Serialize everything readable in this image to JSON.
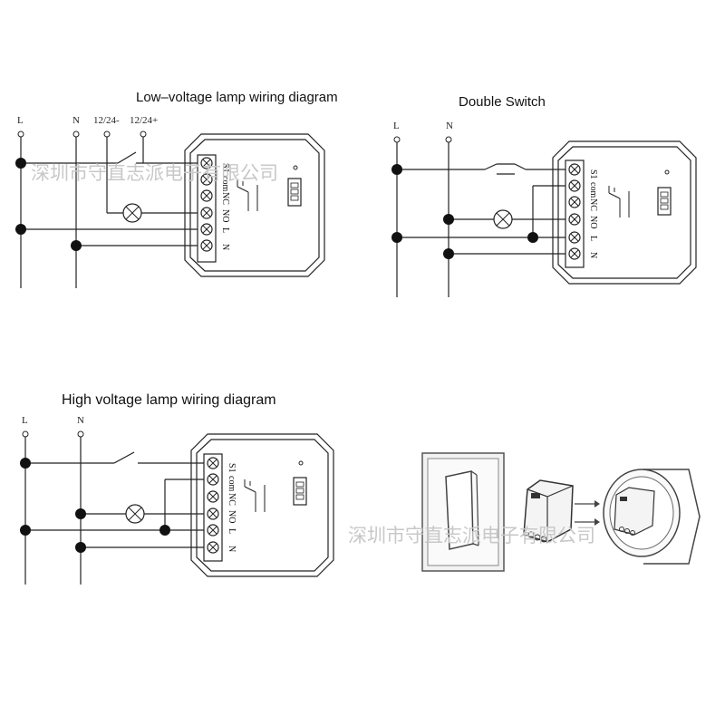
{
  "diagrams": {
    "low_voltage": {
      "title": "Low–voltage lamp wiring diagram",
      "labels": [
        "L",
        "N",
        "12/24-",
        "12/24+"
      ]
    },
    "double_switch": {
      "title": "Double Switch",
      "labels": [
        "L",
        "N"
      ]
    },
    "high_voltage": {
      "title": "High voltage lamp wiring diagram",
      "labels": [
        "L",
        "N"
      ]
    }
  },
  "terminals": [
    "S1",
    "com",
    "NC",
    "NO",
    "L",
    "N"
  ],
  "watermark": "深圳市守直志派电子有限公司",
  "colors": {
    "line": "#222222",
    "watermark": "#c8c8c8",
    "plate": "#eeeeee"
  }
}
